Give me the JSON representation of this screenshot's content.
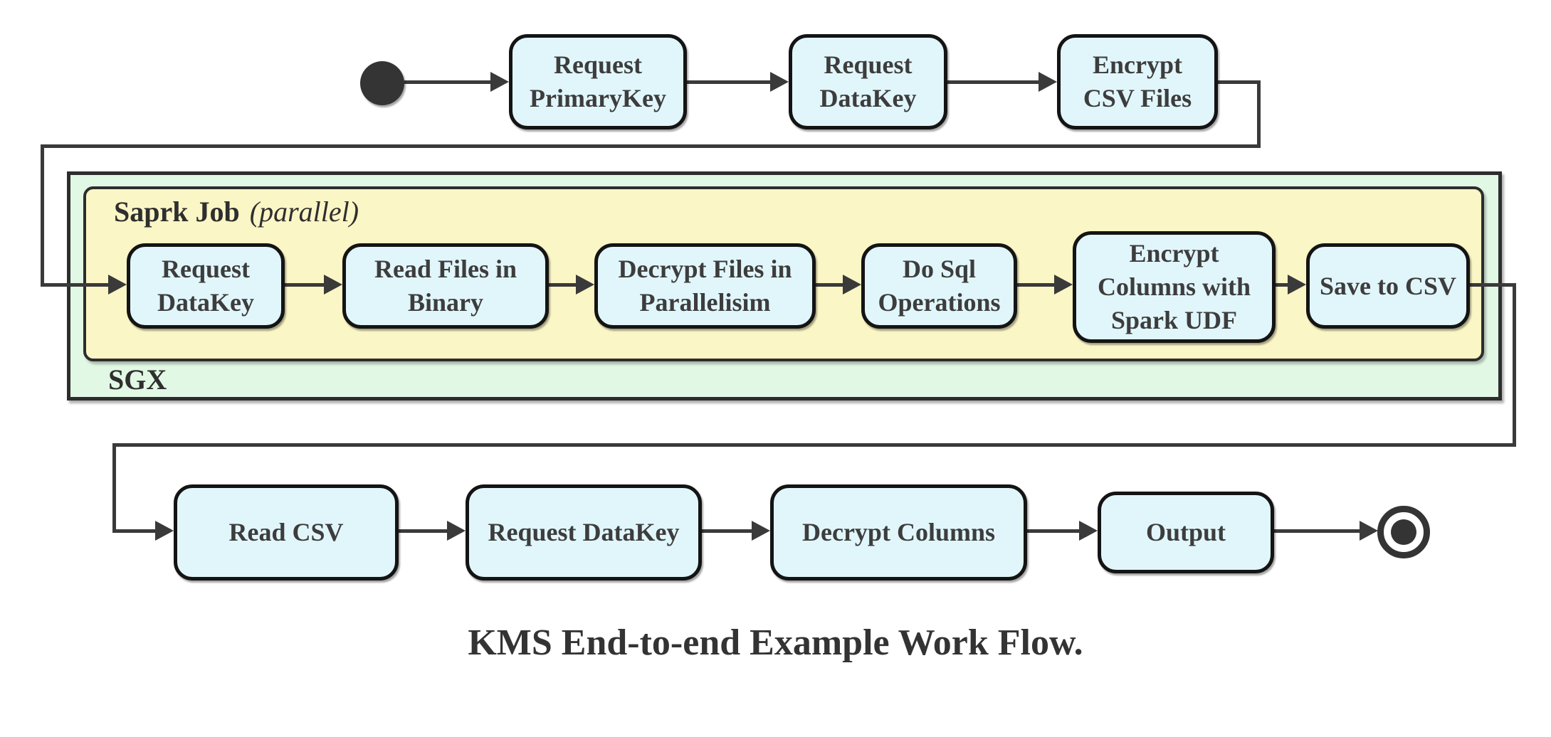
{
  "caption": "KMS End-to-end Example Work Flow.",
  "containers": {
    "sgx": {
      "label": "SGX"
    },
    "spark_job": {
      "label": "Saprk Job",
      "annotation": "(parallel)"
    }
  },
  "nodes": {
    "request_primarykey": "Request PrimaryKey",
    "request_datakey_top": "Request DataKey",
    "encrypt_csv_files": "Encrypt CSV Files",
    "request_datakey_sgx": "Request DataKey",
    "read_files_in_binary": "Read Files in Binary",
    "decrypt_files_in_parallelisim": "Decrypt Files in Parallelisim",
    "do_sql_operations": "Do Sql Operations",
    "encrypt_columns_with_spark_udf": "Encrypt Columns with Spark UDF",
    "save_to_csv": "Save to CSV",
    "read_csv": "Read CSV",
    "request_datakey_client": "Request DataKey",
    "decrypt_columns": "Decrypt Columns",
    "output": "Output"
  },
  "colors": {
    "node_fill": "#e1f6fb",
    "node_border": "#141414",
    "edge_line": "#3a3a3a",
    "text": "#3d3d3d",
    "sgx_fill": "#e1f8e5",
    "spark_job_fill": "#fbf6c5",
    "start_end_fill": "#343434"
  }
}
